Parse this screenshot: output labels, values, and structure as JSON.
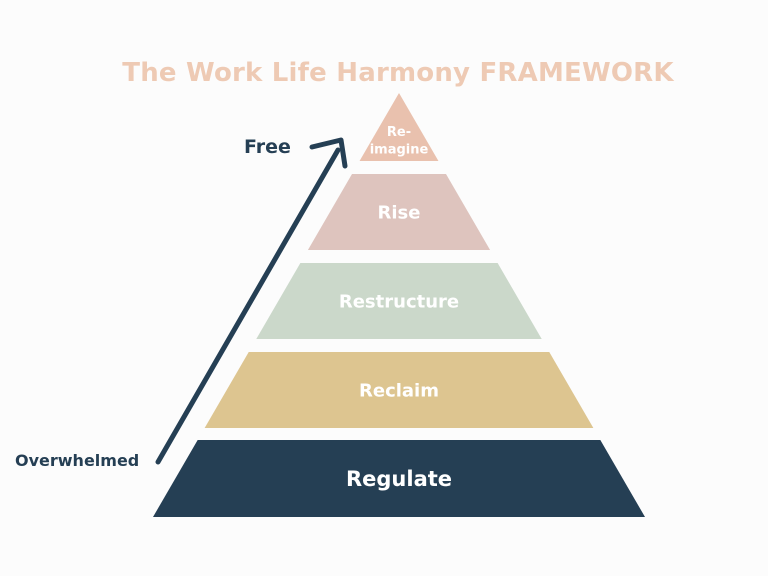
{
  "title": {
    "text": "The Work Life Harmony FRAMEWORK",
    "color": "#eecab4"
  },
  "axis_labels": {
    "top": "Free",
    "bottom": "Overwhelmed"
  },
  "colors": {
    "arrow": "#253f54",
    "label": "#253f54",
    "tier_text": "#ffffff"
  },
  "tiers": [
    {
      "label_lines": [
        "Re-",
        "imagine"
      ],
      "color": "#e9c1ae"
    },
    {
      "label_lines": [
        "Rise"
      ],
      "color": "#dec4be"
    },
    {
      "label_lines": [
        "Restructure"
      ],
      "color": "#cbd8ca"
    },
    {
      "label_lines": [
        "Reclaim"
      ],
      "color": "#ddc590"
    },
    {
      "label_lines": [
        "Regulate"
      ],
      "color": "#253f54"
    }
  ]
}
